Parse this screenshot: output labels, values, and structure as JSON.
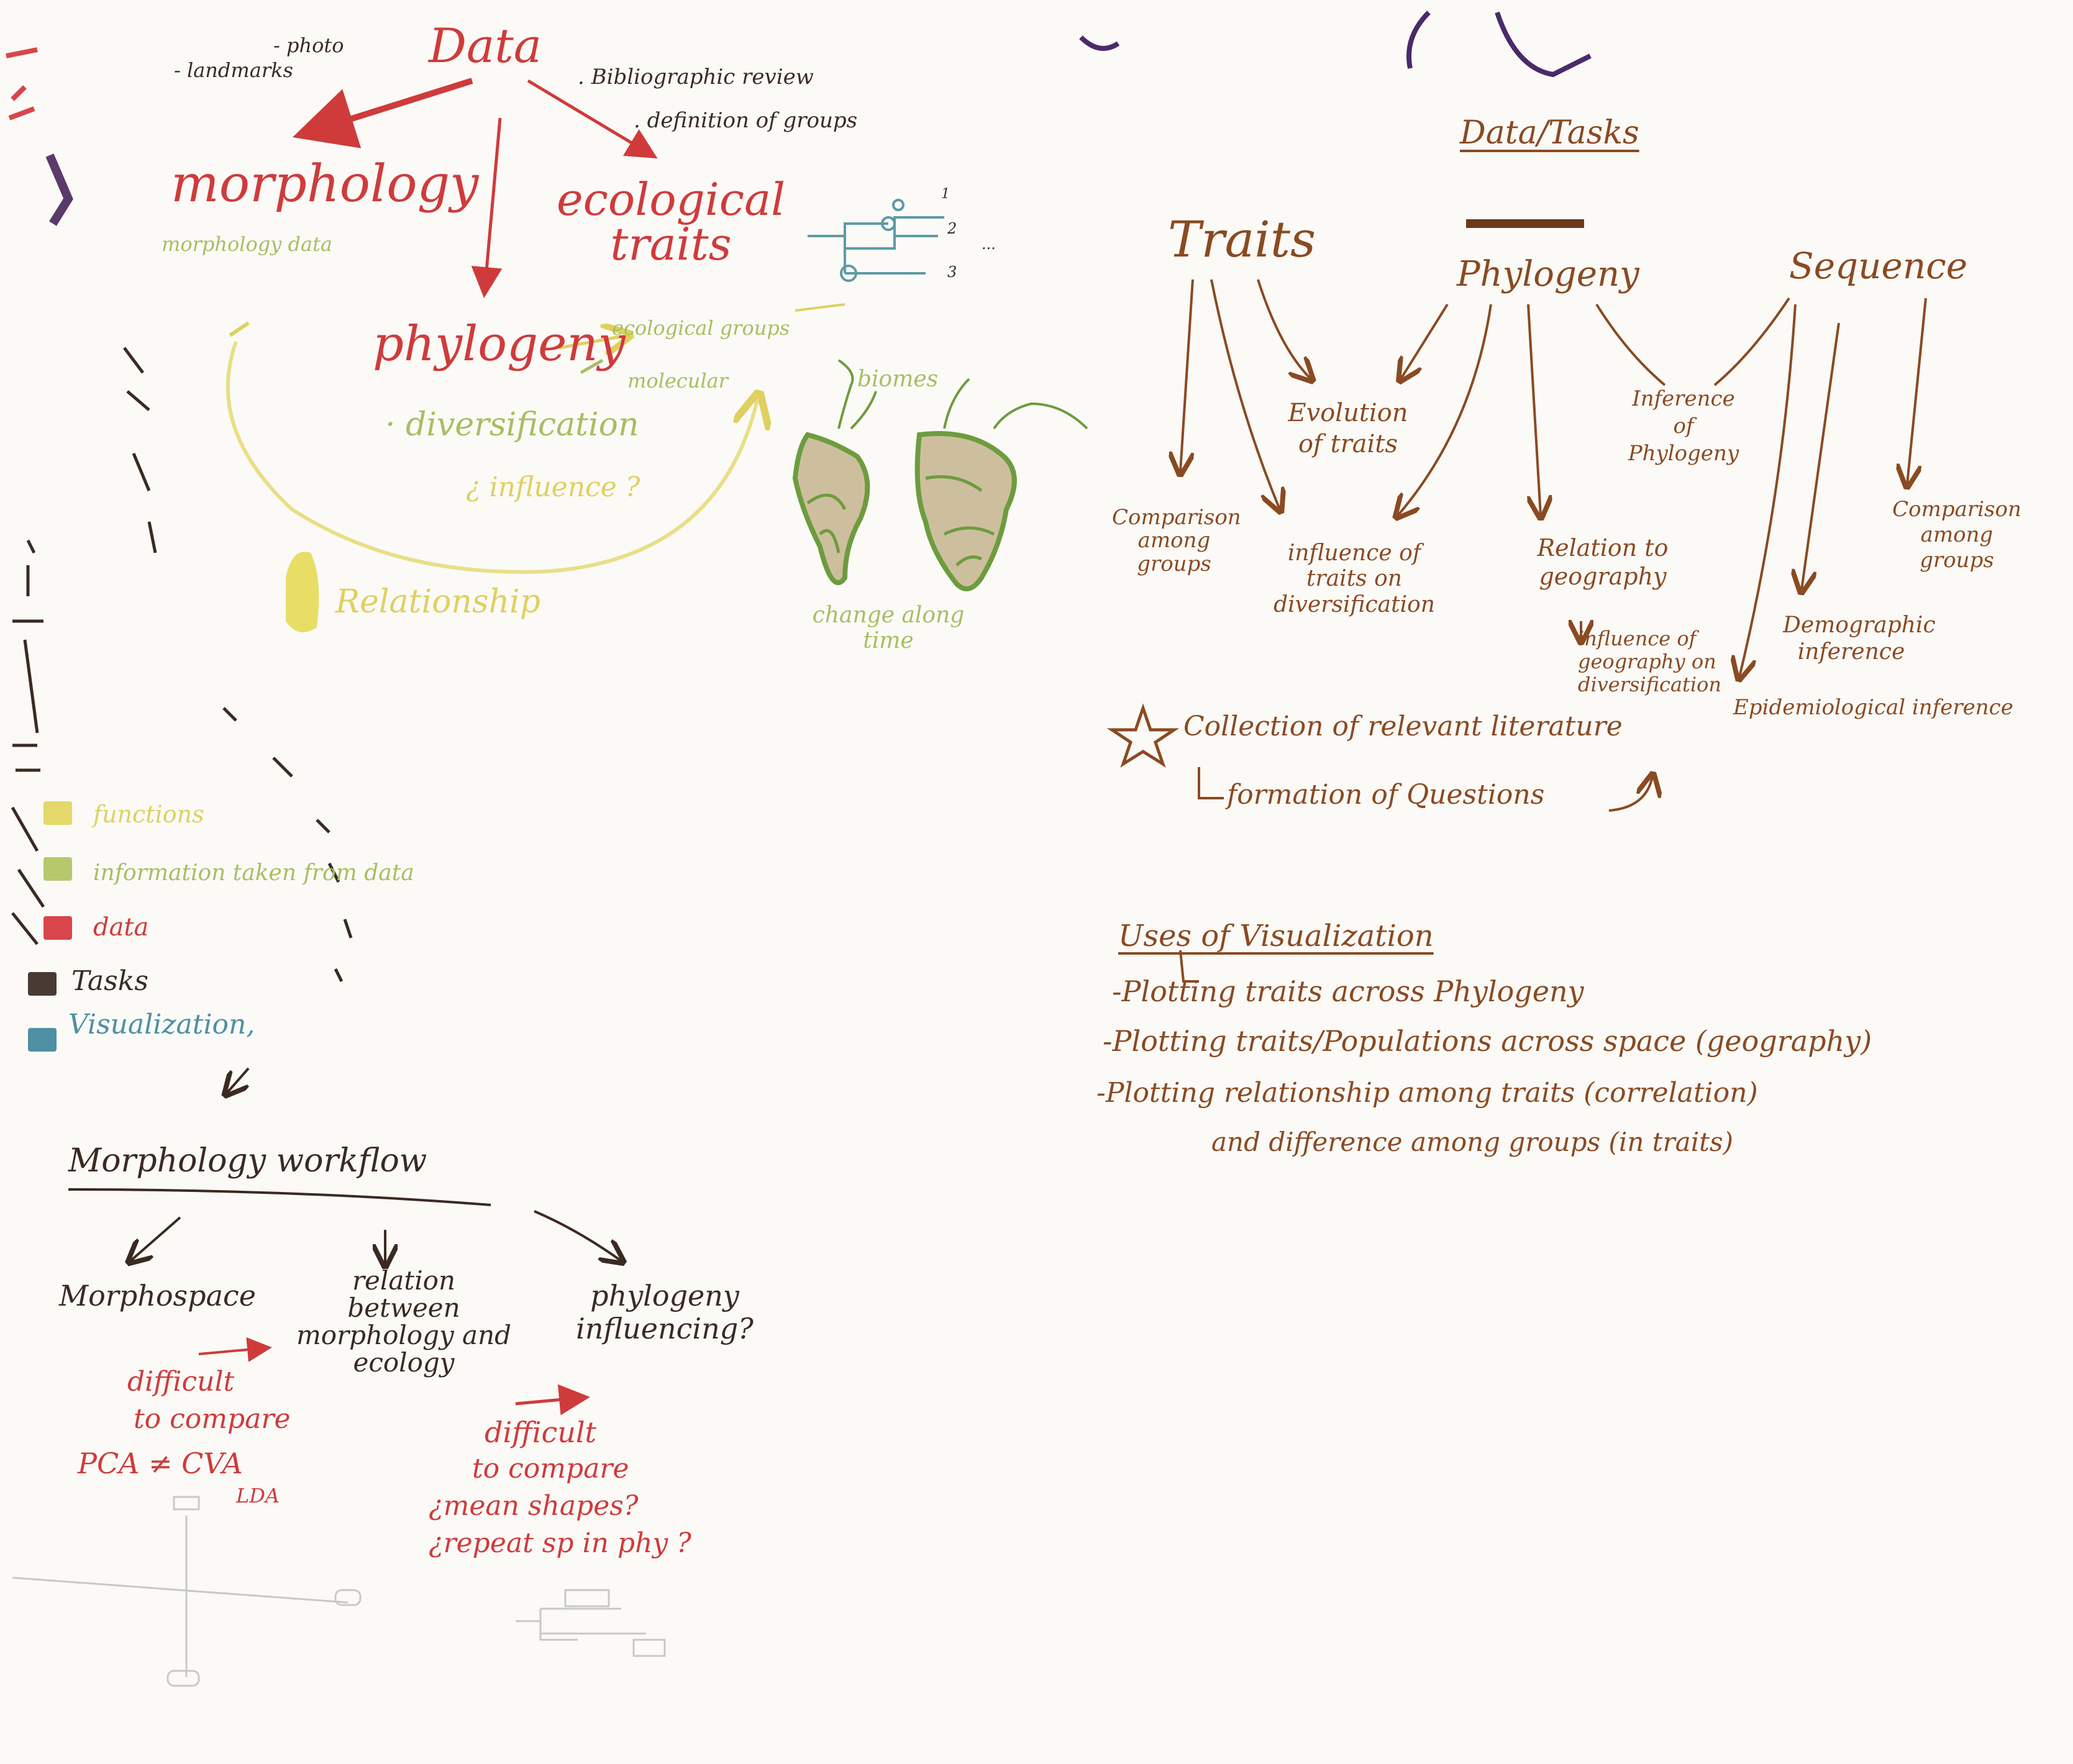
{
  "left_map": {
    "data_root": "Data",
    "data_notes": [
      "- photo",
      "- landmarks",
      ". Bibliographic review",
      ". definition of groups"
    ],
    "morphology": "morphology",
    "morphology_sub": "morphology data",
    "ecological_traits": "ecological traits",
    "phylogeny": "phylogeny",
    "phylogeny_sub": [
      "· diversification",
      "¿ influence ?"
    ],
    "ecology_sub": [
      "ecological groups",
      "molecular"
    ],
    "relationship": "Relationship",
    "biomes": "biomes",
    "change_along_time": "change along time",
    "tree_labels": [
      "1",
      "2",
      "3",
      "..."
    ]
  },
  "legend": {
    "items": [
      {
        "label": "functions",
        "color": "#e4d86a"
      },
      {
        "label": "information taken from data",
        "color": "#b6c86c"
      },
      {
        "label": "data",
        "color": "#d8454a"
      },
      {
        "label": "Tasks",
        "color": "#4a3a34"
      },
      {
        "label": "Visualization,",
        "color": "#4f8fa4"
      }
    ]
  },
  "workflow": {
    "title": "Morphology workflow",
    "branches": [
      "Morphospace",
      "relation between morphology and ecology",
      "phylogeny influencing?"
    ],
    "notes_a": [
      "difficult",
      "to compare",
      "PCA ≠ CVA",
      "LDA"
    ],
    "notes_b": [
      "difficult",
      "to compare",
      "¿mean shapes?",
      "¿repeat sp in phy ?"
    ]
  },
  "data_tasks": {
    "title": "Data/Tasks",
    "traits": "Traits",
    "phylogeny": "Phylogeny",
    "sequence": "Sequence",
    "comparison_groups_left": "Comparison among groups",
    "evolution_of_traits": "Evolution of traits",
    "influence_traits_div": "influence of traits on diversification",
    "relation_geography": "Relation to geography",
    "influence_geography_div": "influence of geography on diversification",
    "inference_phylogeny": "Inference of Phylogeny",
    "comparison_groups_right": "Comparison among groups",
    "demographic_inference": "Demographic inference",
    "epidemiological_inference": "Epidemiological inference",
    "literature": "Collection of relevant literature",
    "questions": "formation of Questions"
  },
  "uses": {
    "title": "Uses of Visualization",
    "items": [
      "-Plotting traits across Phylogeny",
      "-Plotting traits/Populations across space (geography)",
      "-Plotting relationship among traits (correlation)",
      "and difference among groups (in traits)"
    ]
  }
}
